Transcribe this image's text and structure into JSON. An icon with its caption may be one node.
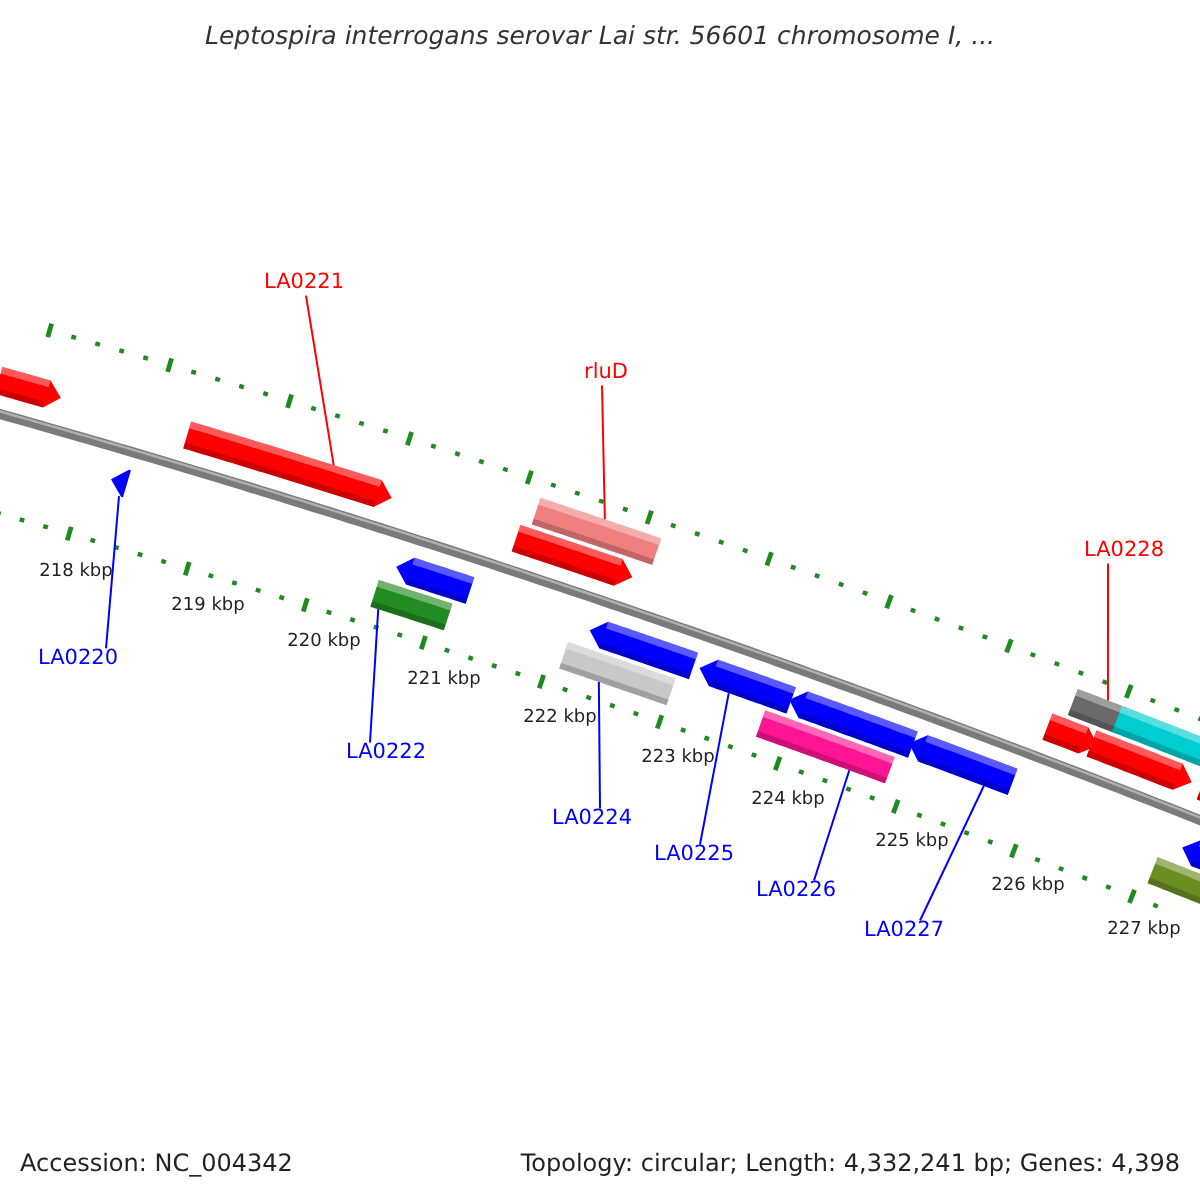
{
  "diagram": {
    "title": "Leptospira interrogans serovar Lai str. 56601 chromosome I, ...",
    "nodes": [
      {
        "text": [
          "LA0221"
        ]
      },
      {
        "text": [
          "rluD"
        ]
      },
      {
        "text": [
          "LA0228"
        ]
      },
      {
        "text": [
          "LA0220"
        ]
      },
      {
        "text": [
          "LA0222"
        ]
      },
      {
        "text": [
          "LA0224"
        ]
      },
      {
        "text": [
          "LA0225"
        ]
      },
      {
        "text": [
          "LA0226"
        ]
      },
      {
        "text": [
          "LA0227"
        ]
      },
      {
        "text": [],
        "shape": "arrow"
      },
      {
        "text": [],
        "shape": "arrow"
      },
      {
        "text": [],
        "shape": "arrow"
      },
      {
        "text": [],
        "shape": "bar"
      },
      {
        "text": [],
        "shape": "arrow"
      },
      {
        "text": [],
        "shape": "arrow"
      },
      {
        "text": [],
        "shape": "bar"
      },
      {
        "text": [],
        "shape": "bar"
      },
      {
        "text": [],
        "shape": "arrow"
      },
      {
        "text": [],
        "shape": "arrow"
      },
      {
        "text": [],
        "shape": "bar"
      },
      {
        "text": [],
        "shape": "arrow"
      },
      {
        "text": [],
        "shape": "arrow"
      },
      {
        "text": [],
        "shape": "arrow"
      },
      {
        "text": [],
        "shape": "bar"
      },
      {
        "text": [],
        "shape": "arrow"
      },
      {
        "text": [],
        "shape": "bar"
      },
      {
        "text": [],
        "shape": "bar"
      },
      {
        "text": [],
        "shape": "arrow"
      },
      {
        "text": [],
        "shape": "arrow"
      }
    ],
    "edges": [
      {
        "from": 0,
        "to": 11,
        "arrow": "none",
        "color": "#ff0000"
      },
      {
        "from": 1,
        "to": 15,
        "arrow": "none",
        "color": "#ff0000"
      },
      {
        "from": 2,
        "to": 23,
        "arrow": "none",
        "color": "#ff0000"
      },
      {
        "from": 3,
        "to": 10,
        "arrow": "none"
      },
      {
        "from": 4,
        "to": 12,
        "arrow": "none"
      },
      {
        "from": 5,
        "to": 16,
        "arrow": "none"
      },
      {
        "from": 6,
        "to": 18,
        "arrow": "none"
      },
      {
        "from": 7,
        "to": 19,
        "arrow": "none"
      },
      {
        "from": 8,
        "to": 21,
        "arrow": "none"
      }
    ],
    "labels": [
      "218 kbp",
      "219 kbp",
      "220 kbp",
      "221 kbp",
      "222 kbp",
      "223 kbp",
      "224 kbp",
      "225 kbp",
      "226 kbp",
      "227 kbp",
      "Accession: NC_004342",
      "Topology: circular; Length: 4,332,241 bp; Genes: 4,398"
    ]
  }
}
